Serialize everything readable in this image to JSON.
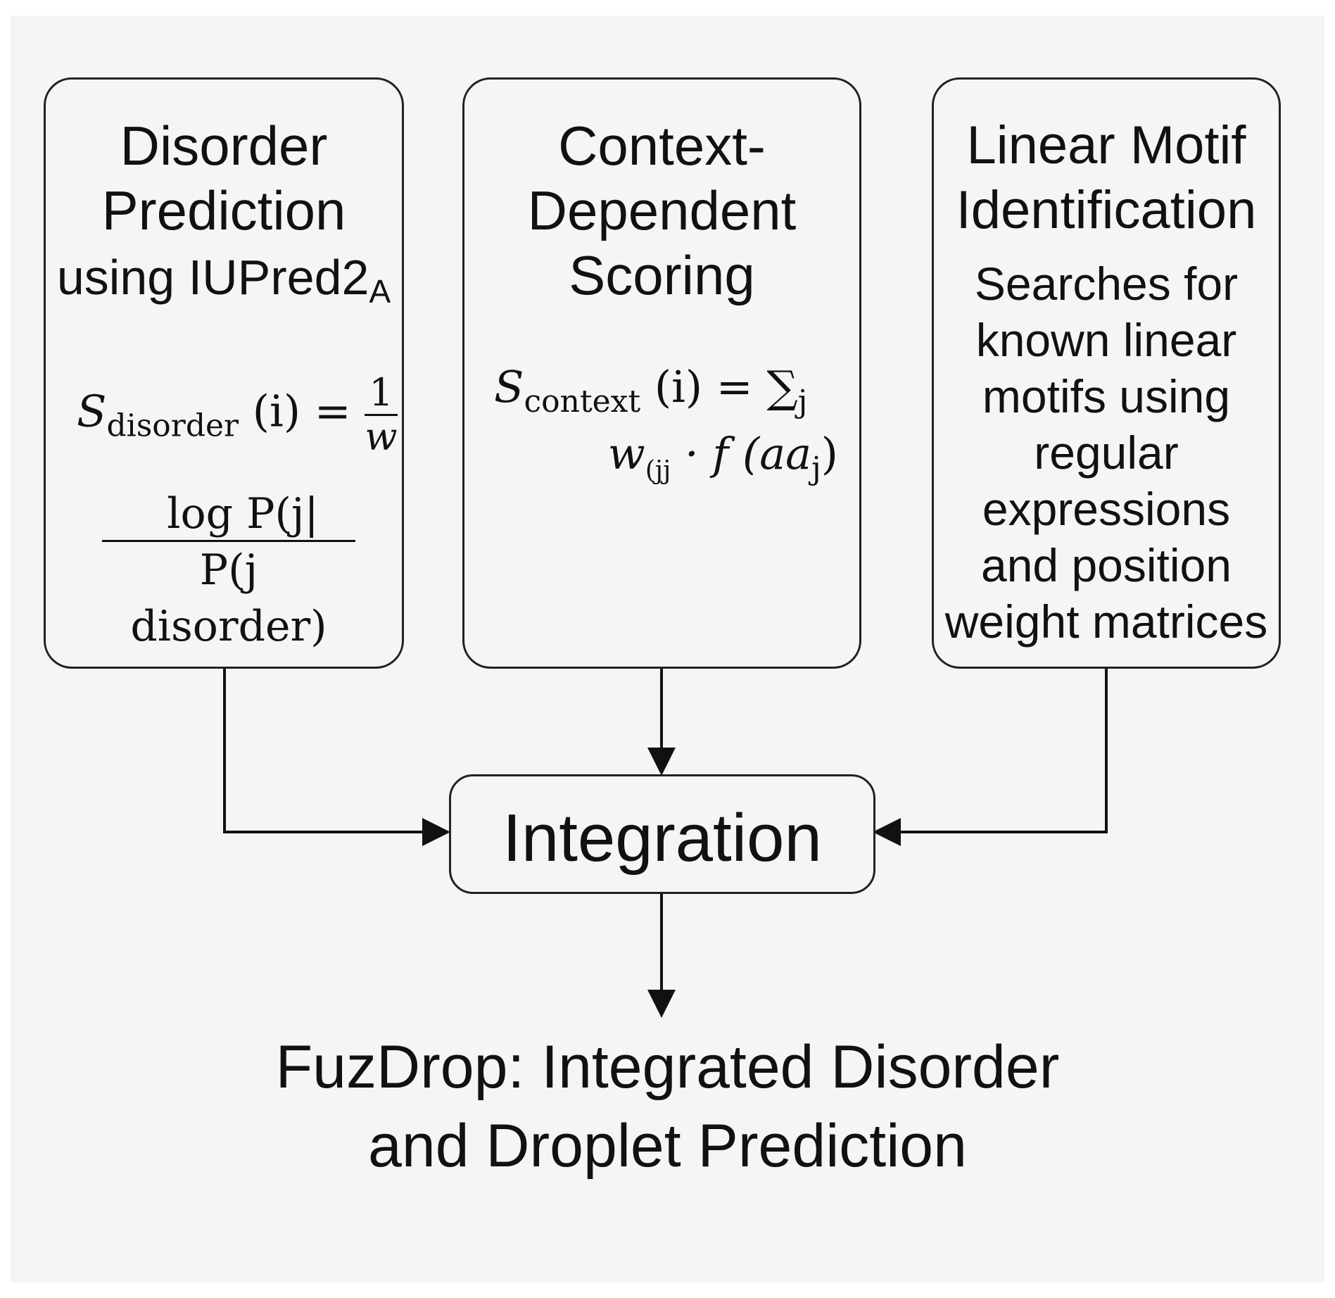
{
  "disorder": {
    "title_line1": "Disorder",
    "title_line2": "Prediction",
    "title_line3": "using IUPred2",
    "title_sub": "A",
    "formula": {
      "lhs": "S",
      "lhs_sub": "disorder",
      "arg": "(i) =",
      "frac_num": "1",
      "frac_den": "w",
      "big_num": "log P(j|",
      "big_den": "P(j disorder)"
    }
  },
  "context": {
    "title_line1": "Context-",
    "title_line2": "Dependent",
    "title_line3": "Scoring",
    "formula": {
      "lhs": "S",
      "lhs_sub": "context",
      "rhs": "(i) = ∑",
      "rhs_sub": "j",
      "line2_w": "w",
      "line2_w_sub": "(jj",
      "line2_rest": " · f (aa",
      "line2_sub": "j",
      "line2_close": ")"
    }
  },
  "motif": {
    "title_line1": "Linear Motif",
    "title_line2": "Identification",
    "desc_lines": [
      "Searches for",
      "known linear",
      "motifs using",
      "regular",
      "expressions",
      "and position",
      "weight matrices"
    ]
  },
  "integration": {
    "label": "Integration"
  },
  "output": {
    "line1": "FuzDrop: Integrated Disorder",
    "line2": "and Droplet Prediction"
  }
}
